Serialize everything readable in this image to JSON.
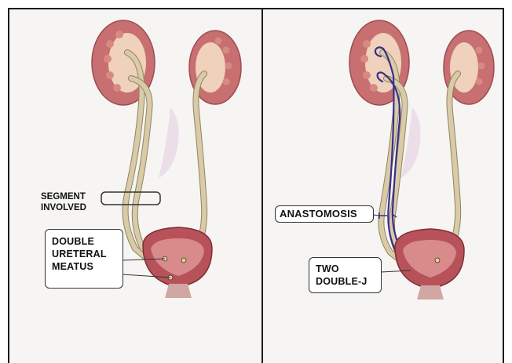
{
  "labels": {
    "segment_involved": "SEGMENT\nINVOLVED",
    "double_ureteral_meatus": "DOUBLE\nURETERAL\nMEATUS",
    "anastomosis": "ANASTOMOSIS",
    "two_double_j": "TWO\nDOUBLE-J"
  },
  "colors": {
    "kidney": "#c86f72",
    "kidney_inner": "#f3dcc4",
    "ureter": "#d9cba7",
    "bladder": "#b8525a",
    "stent": "#3a2f8c"
  }
}
